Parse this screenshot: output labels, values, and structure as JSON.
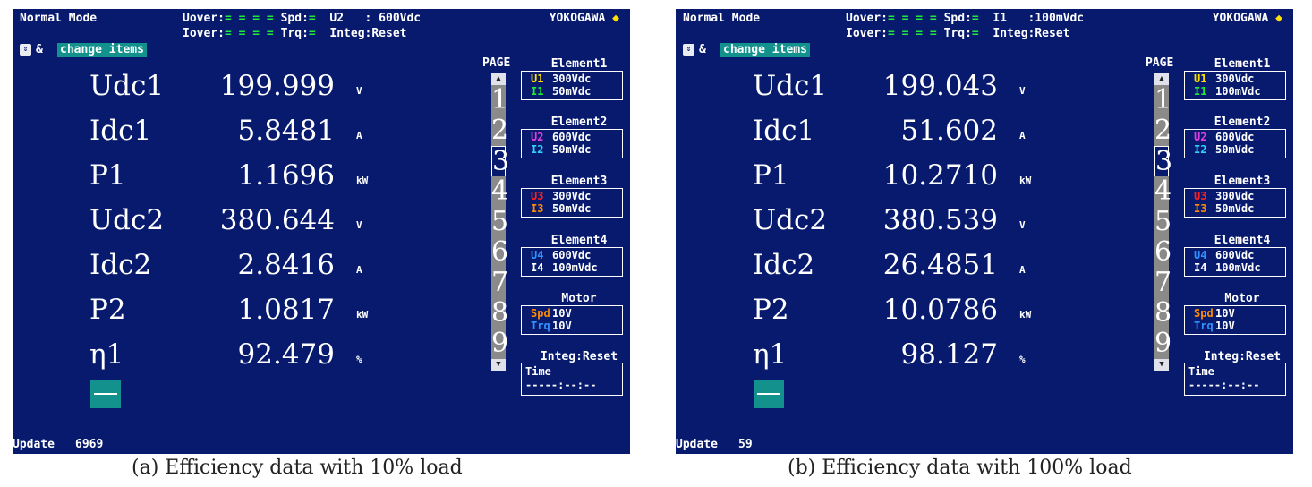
{
  "panels": [
    {
      "mode": "Normal Mode",
      "header_l1_prefix": "Uover:",
      "header_l1_dashes": "= = = =",
      "header_l1_spd": " Spd:",
      "header_l1_spd_dash": "=",
      "header_l1_range": "  U2   : 600Vdc",
      "header_l2_prefix": "Iover:",
      "header_l2_dashes": "= = = =",
      "header_l2_trq": " Trq:",
      "header_l2_trq_dash": "=",
      "header_l2_integ": "  Integ:Reset",
      "brand": "YOKOGAWA",
      "brand_icon": "diamond-icon",
      "change_amp": "&",
      "change_label": "change items",
      "rows": [
        {
          "label": "Udc1",
          "value": "199.999",
          "unit": "V"
        },
        {
          "label": "Idc1",
          "value": "5.8481",
          "unit": "A"
        },
        {
          "label": "P1",
          "value": "1.1696",
          "unit": "kW"
        },
        {
          "label": "Udc2",
          "value": "380.644",
          "unit": "V"
        },
        {
          "label": "Idc2",
          "value": "2.8416",
          "unit": "A"
        },
        {
          "label": "P2",
          "value": "1.0817",
          "unit": "kW"
        },
        {
          "label": "η1",
          "value": "92.479",
          "unit": "%"
        }
      ],
      "update_label": "Update",
      "update_count": "6969",
      "page_label": "PAGE",
      "pages": [
        "1",
        "2",
        "3",
        "4",
        "5",
        "6",
        "7",
        "8",
        "9"
      ],
      "active_page": "3",
      "elements": [
        {
          "title": "Element1",
          "l1_ch": "U1",
          "l1_ch_color": "#ffe000",
          "l1_val": "300Vdc",
          "l2_ch": "I1",
          "l2_ch_color": "#1eea3c",
          "l2_val": "50mVdc"
        },
        {
          "title": "Element2",
          "l1_ch": "U2",
          "l1_ch_color": "#e040e0",
          "l1_val": "600Vdc",
          "l2_ch": "I2",
          "l2_ch_color": "#30d0ff",
          "l2_val": "50mVdc"
        },
        {
          "title": "Element3",
          "l1_ch": "U3",
          "l1_ch_color": "#ff2020",
          "l1_val": "300Vdc",
          "l2_ch": "I3",
          "l2_ch_color": "#ff8c00",
          "l2_val": "50mVdc"
        },
        {
          "title": "Element4",
          "l1_ch": "U4",
          "l1_ch_color": "#3090ff",
          "l1_val": "600Vdc",
          "l2_ch": "I4",
          "l2_ch_color": "#ffffff",
          "l2_val": "100mVdc"
        },
        {
          "title": "Motor",
          "l1_ch": "Spd",
          "l1_ch_color": "#ff8c00",
          "l1_val": "10V",
          "l2_ch": "Trq",
          "l2_ch_color": "#3090ff",
          "l2_val": "10V"
        }
      ],
      "integ_title": "Integ:Reset",
      "time_label": "Time",
      "time_value": "-----:--:--",
      "caption": "(a) Efficiency data with 10% load"
    },
    {
      "mode": "Normal Mode",
      "header_l1_prefix": "Uover:",
      "header_l1_dashes": "= = = =",
      "header_l1_spd": " Spd:",
      "header_l1_spd_dash": "=",
      "header_l1_range": "  I1   :100mVdc",
      "header_l2_prefix": "Iover:",
      "header_l2_dashes": "= = = =",
      "header_l2_trq": " Trq:",
      "header_l2_trq_dash": "=",
      "header_l2_integ": "  Integ:Reset",
      "brand": "YOKOGAWA",
      "brand_icon": "diamond-icon",
      "change_amp": "&",
      "change_label": "change items",
      "rows": [
        {
          "label": "Udc1",
          "value": "199.043",
          "unit": "V"
        },
        {
          "label": "Idc1",
          "value": "51.602",
          "unit": "A"
        },
        {
          "label": "P1",
          "value": "10.2710",
          "unit": "kW"
        },
        {
          "label": "Udc2",
          "value": "380.539",
          "unit": "V"
        },
        {
          "label": "Idc2",
          "value": "26.4851",
          "unit": "A"
        },
        {
          "label": "P2",
          "value": "10.0786",
          "unit": "kW"
        },
        {
          "label": "η1",
          "value": "98.127",
          "unit": "%"
        }
      ],
      "update_label": "Update",
      "update_count": "59",
      "page_label": "PAGE",
      "pages": [
        "1",
        "2",
        "3",
        "4",
        "5",
        "6",
        "7",
        "8",
        "9"
      ],
      "active_page": "3",
      "elements": [
        {
          "title": "Element1",
          "l1_ch": "U1",
          "l1_ch_color": "#ffe000",
          "l1_val": "300Vdc",
          "l2_ch": "I1",
          "l2_ch_color": "#1eea3c",
          "l2_val": "100mVdc"
        },
        {
          "title": "Element2",
          "l1_ch": "U2",
          "l1_ch_color": "#e040e0",
          "l1_val": "600Vdc",
          "l2_ch": "I2",
          "l2_ch_color": "#30d0ff",
          "l2_val": "50mVdc"
        },
        {
          "title": "Element3",
          "l1_ch": "U3",
          "l1_ch_color": "#ff2020",
          "l1_val": "300Vdc",
          "l2_ch": "I3",
          "l2_ch_color": "#ff8c00",
          "l2_val": "50mVdc"
        },
        {
          "title": "Element4",
          "l1_ch": "U4",
          "l1_ch_color": "#3090ff",
          "l1_val": "600Vdc",
          "l2_ch": "I4",
          "l2_ch_color": "#ffffff",
          "l2_val": "100mVdc"
        },
        {
          "title": "Motor",
          "l1_ch": "Spd",
          "l1_ch_color": "#ff8c00",
          "l1_val": "10V",
          "l2_ch": "Trq",
          "l2_ch_color": "#3090ff",
          "l2_val": "10V"
        }
      ],
      "integ_title": "Integ:Reset",
      "time_label": "Time",
      "time_value": "-----:--:--",
      "caption": "(b) Efficiency data with 100% load"
    }
  ],
  "colors": {
    "screen_bg": "#071a6e",
    "accent_teal": "#13918d",
    "ok_green": "#1eea3c",
    "brand_yellow": "#ffe000"
  }
}
